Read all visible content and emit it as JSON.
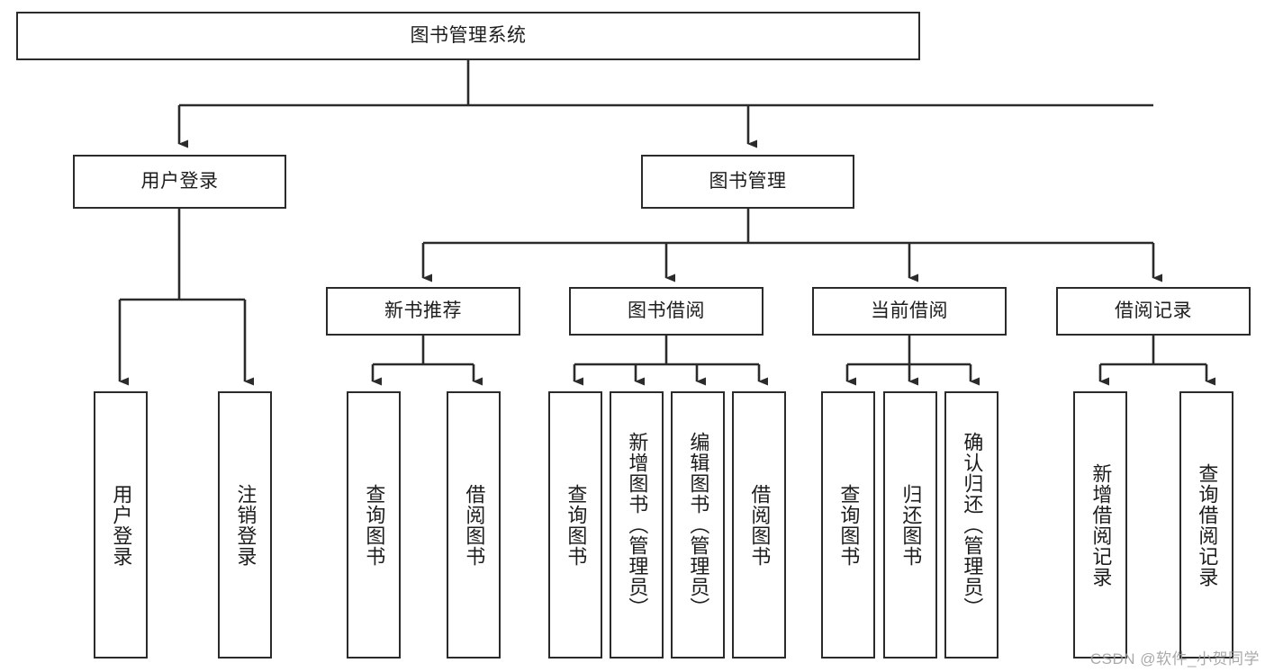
{
  "diagram": {
    "title": "图书管理系统",
    "watermark": "CSDN @软件_小贺同学",
    "stroke_color": "#2b2b2b",
    "background_color": "#ffffff",
    "text_color": "#1d1d1d",
    "levels": {
      "root": {
        "label": "图书管理系统"
      },
      "level2": [
        {
          "label": "用户登录"
        },
        {
          "label": "图书管理"
        }
      ],
      "level3": [
        {
          "label": "新书推荐"
        },
        {
          "label": "图书借阅"
        },
        {
          "label": "当前借阅"
        },
        {
          "label": "借阅记录"
        }
      ],
      "leaves": {
        "user_login": [
          {
            "label": "用户登录"
          },
          {
            "label": "注销登录"
          }
        ],
        "new_book": [
          {
            "label": "查询图书"
          },
          {
            "label": "借阅图书"
          }
        ],
        "book_borrow": [
          {
            "label": "查询图书"
          },
          {
            "label": "新增图书（管理员）"
          },
          {
            "label": "编辑图书（管理员）"
          },
          {
            "label": "借阅图书"
          }
        ],
        "current_borrow": [
          {
            "label": "查询图书"
          },
          {
            "label": "归还图书"
          },
          {
            "label": "确认归还（管理员）"
          }
        ],
        "borrow_record": [
          {
            "label": "新增借阅记录"
          },
          {
            "label": "查询借阅记录"
          }
        ]
      }
    }
  }
}
